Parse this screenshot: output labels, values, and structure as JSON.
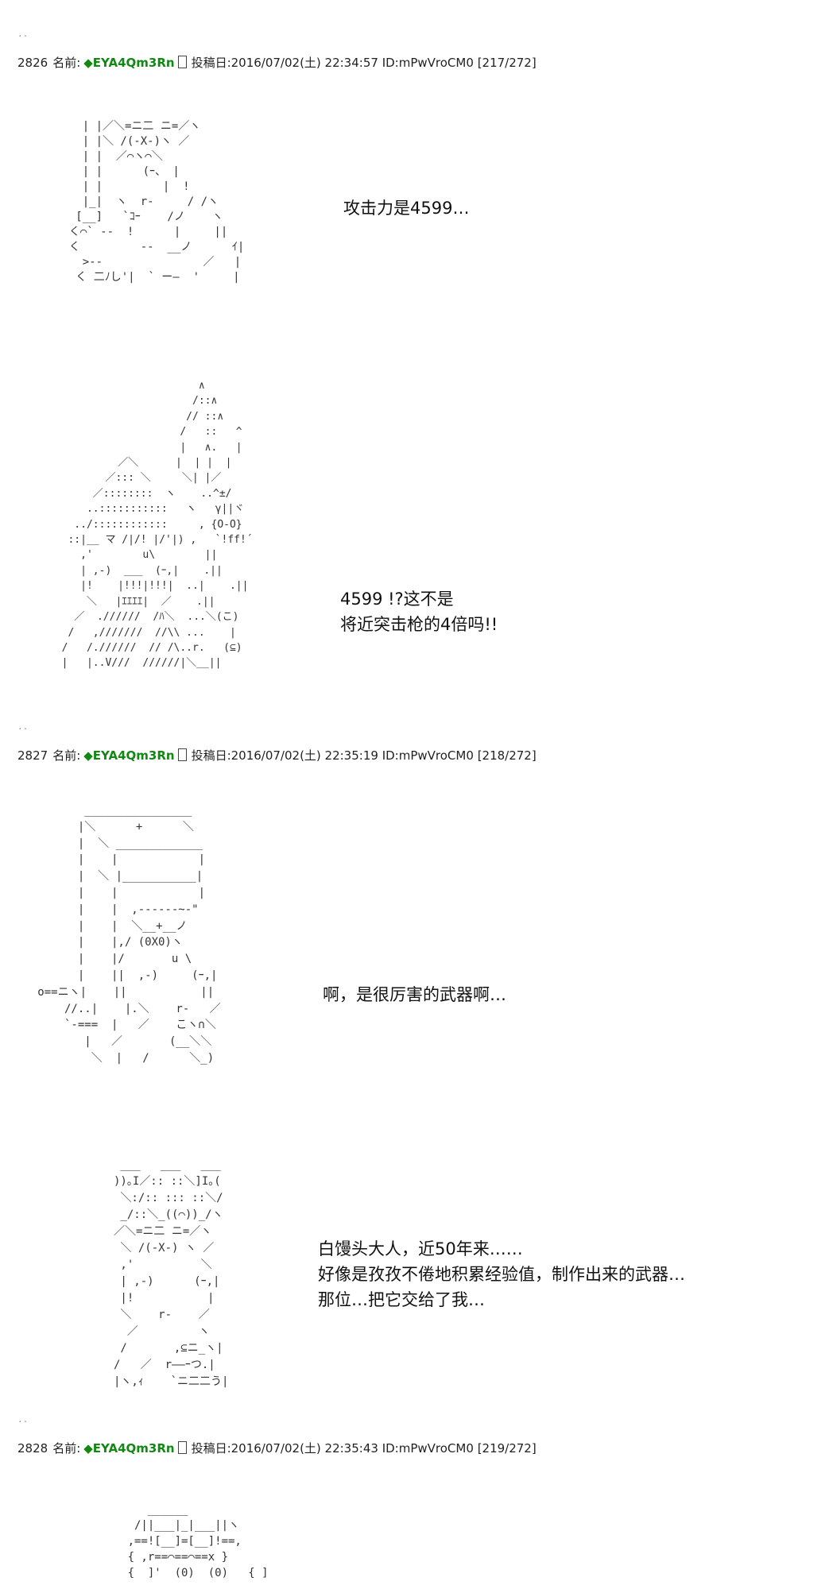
{
  "posts": [
    {
      "dots": "..",
      "number": "2826",
      "name_label": "名前:",
      "trip": "◆EYA4Qm3Rn",
      "date_label": "投稿日:2016/07/02(土) 22:34:57",
      "id": "ID:mPwVroCM0",
      "counter": "[217/272]",
      "panels": [
        {
          "art": "    | |／＼=ニ二 ニ=／ヽ\n    | |＼ /(-X-)ヽ ／\n    | |  ／⌒ヽ⌒＼\n    | |      (ｰ、 |\n    | |         |  !\n    |_|  ヽ  r‐     / /ヽ\n   [__]   `ｺｰ    /ノ    ヽ\n  く⌒` ‐-  !      |     ||\n  く         ‐-  __ノ      ｲ|\n    >‐-               ／   |\n   く 二ﾉし'|  ` ー―  '     |",
          "caption": [
            "攻击力是4599…"
          ]
        },
        {
          "art": "                        ∧\n                       /::∧\n                      // ::∧\n                     /   ::   ^\n                     |   ∧.   |\n           ／＼      |  | |  |\n         ／::: ＼     ＼| |／\n       ／::::::::  ヽ    ..^±/\n      ..:::::::::::   ヽ   γ||ヾ\n    ../::::::::::::     , {O-O}\n   ::|__ マ /|/! |/'|) ,   `!ff!´\n     ,'        u\\        ||\n     | ,-)  ___  (ｰ,|    .||\n     |!    |!!!|!!!|  ..|    .||\n      ＼   |ｴｴｴｴ|  ／    .||\n    ／  .//////  /ﾊ＼  ...＼(こ)\n   /   ,///////  //\\\\ ...    |\n  /   /.//////  // /\\..r.   (⊆)\n  |   |..V///  //////|＼__||",
          "caption": [
            "4599 !?这不是",
            "将近突击枪的4倍吗!!"
          ]
        }
      ]
    },
    {
      "dots": "..",
      "number": "2827",
      "name_label": "名前:",
      "trip": "◆EYA4Qm3Rn",
      "date_label": "投稿日:2016/07/02(土) 22:35:19",
      "id": "ID:mPwVroCM0",
      "counter": "[218/272]",
      "panels": [
        {
          "art": "          ________________\n         |＼      +      ＼\n         |  ＼ _____________\n         |    |            |\n         |  ＼ |___________|\n         |    |            |\n         |    |  ,------~-\"\n         |    |  ＼__+__ノ\n         |    |,/ (0X0)ヽ\n         |    |/       u \\\n         |    ||  ,-)     (ｰ,|\n   o==ニヽ|    ||           ||\n       //..|    |.＼    r‐   ／\n       `-===  |   ／    こヽ∩＼\n          |   ／       (__＼＼\n           ＼  |   /      ＼_)",
          "caption": [
            "啊，是很厉害的武器啊…"
          ]
        },
        {
          "art": "        ___   ___   ___\n       ))｡I／:: ::＼]I｡(\n        ＼:/:: ::: ::＼/\n        _/::＼_((⌒))_/ヽ\n       ／＼=ニ二 ニ=／ヽ\n        ＼ /(-X-) ヽ ／\n        ,'          ＼\n        | ,-)      (ｰ,|\n        |!           |\n        ＼    r‐    ／\n         ／         ヽ\n        /       ,⊆ニ_ヽ|\n       /   ／  r――ｰつ.|\n       |ヽ,ｨ    `ニ二二う|",
          "caption": [
            "白馒头大人，近50年来……",
            "好像是孜孜不倦地积累经验值，制作出来的武器…",
            "那位…把它交给了我…"
          ]
        }
      ]
    },
    {
      "dots": "..",
      "number": "2828",
      "name_label": "名前:",
      "trip": "◆EYA4Qm3Rn",
      "date_label": "投稿日:2016/07/02(土) 22:35:43",
      "id": "ID:mPwVroCM0",
      "counter": "[219/272]",
      "panels": [
        {
          "art": "         ______\n       /||___|_|___||ヽ\n      ,==![__]=[__]!==,\n      { ,r==⌒==⌒==x }\n      {  ]'  (0)  (0)   { ]",
          "caption": []
        }
      ]
    }
  ]
}
